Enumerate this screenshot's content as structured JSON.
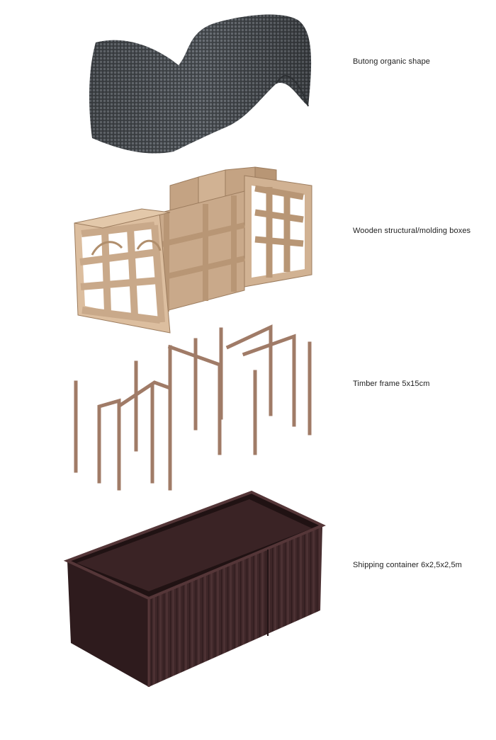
{
  "layers": [
    {
      "label": "Butong organic shape",
      "color": "#4a4e53"
    },
    {
      "label": "Wooden structural/molding boxes",
      "color": "#c9a98a"
    },
    {
      "label": "Timber frame 5x15cm",
      "color": "#a07b67"
    },
    {
      "label": "Shipping container 6x2,5x2,5m",
      "color": "#3e2628"
    }
  ]
}
